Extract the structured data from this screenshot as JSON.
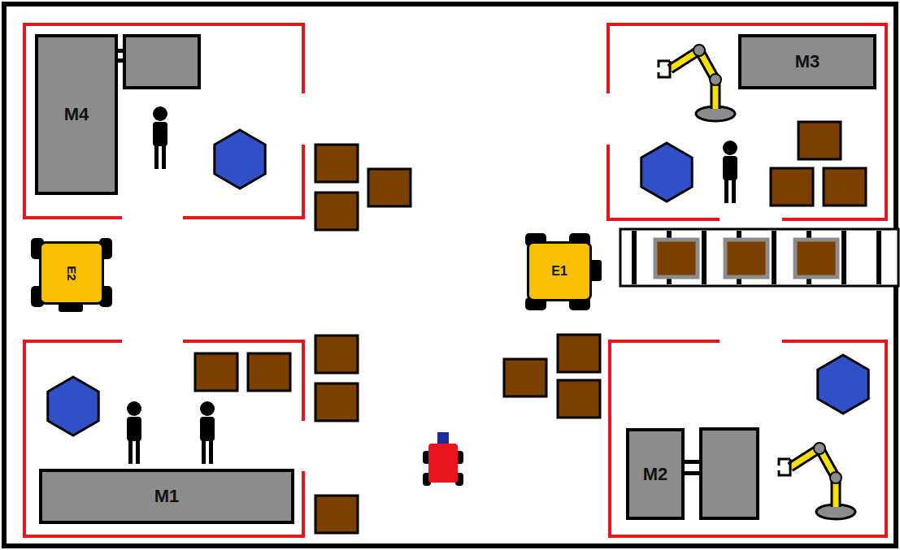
{
  "diagram": {
    "nodes": [
      {
        "text": [
          "M4"
        ]
      },
      {
        "text": [
          "M3"
        ]
      },
      {
        "text": [
          "E2"
        ]
      },
      {
        "text": [
          "E1"
        ]
      },
      {
        "text": [
          "M1"
        ]
      },
      {
        "text": [
          "M2"
        ]
      }
    ]
  }
}
